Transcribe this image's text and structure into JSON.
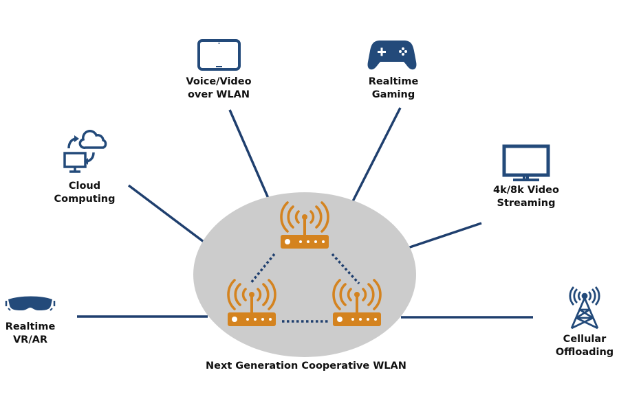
{
  "diagram": {
    "title": "Next Generation Cooperative WLAN",
    "colors": {
      "line": "#1f3f6e",
      "icon": "#234a7a",
      "router": "#d4831f",
      "ellipse": "#cccccc",
      "text": "#111111"
    },
    "center": {
      "name": "Next Generation Cooperative WLAN",
      "access_points": [
        "top-access-point",
        "bottom-left-access-point",
        "bottom-right-access-point"
      ],
      "links": [
        "top-to-bottom-left",
        "top-to-bottom-right",
        "bottom-left-to-bottom-right"
      ],
      "link_style": "dotted"
    },
    "applications": [
      {
        "id": "voice-video",
        "icon": "tablet-icon",
        "line1": "Voice/Video",
        "line2": "over WLAN"
      },
      {
        "id": "gaming",
        "icon": "gamepad-icon",
        "line1": "Realtime",
        "line2": "Gaming"
      },
      {
        "id": "cloud",
        "icon": "cloud-computing-icon",
        "line1": "Cloud",
        "line2": "Computing"
      },
      {
        "id": "video-streaming",
        "icon": "monitor-icon",
        "line1": "4k/8k Video",
        "line2": "Streaming"
      },
      {
        "id": "vr-ar",
        "icon": "vr-headset-icon",
        "line1": "Realtime",
        "line2": "VR/AR"
      },
      {
        "id": "cellular",
        "icon": "cell-tower-icon",
        "line1": "Cellular",
        "line2": "Offloading"
      }
    ]
  }
}
